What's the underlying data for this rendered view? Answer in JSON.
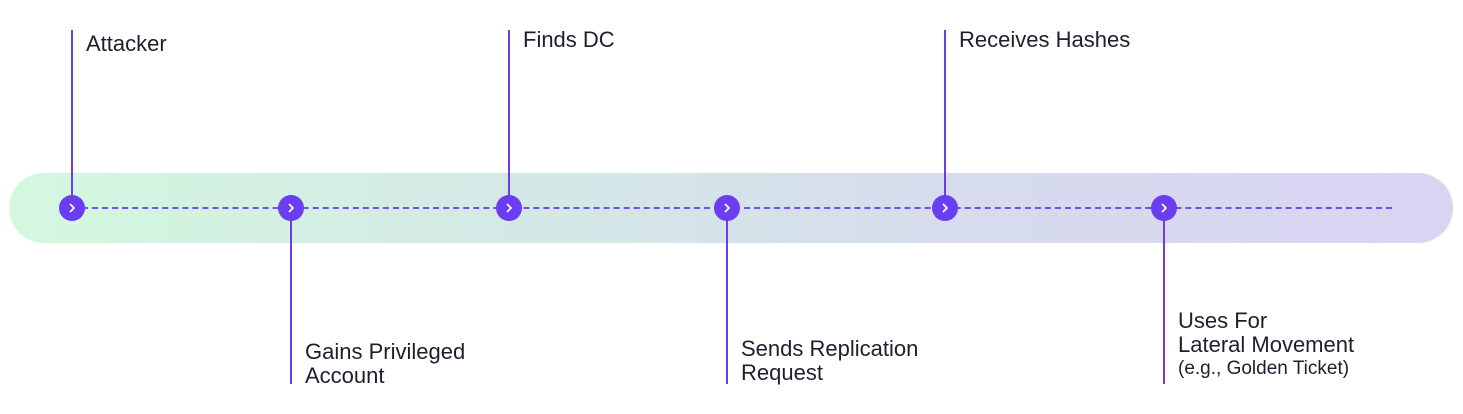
{
  "colors": {
    "accent": "#6a3df0",
    "track_start": "#d3f8df",
    "track_end": "#d9d4f4",
    "text": "#1f1d2e"
  },
  "steps": [
    {
      "lines": [
        "Attacker"
      ],
      "sub": "",
      "position": "above",
      "icon": "chevron-right-icon"
    },
    {
      "lines": [
        "Gains Privileged",
        "Account"
      ],
      "sub": "",
      "position": "below",
      "icon": "chevron-right-icon"
    },
    {
      "lines": [
        "Finds DC"
      ],
      "sub": "",
      "position": "above",
      "icon": "chevron-right-icon"
    },
    {
      "lines": [
        "Sends Replication",
        "Request"
      ],
      "sub": "",
      "position": "below",
      "icon": "chevron-right-icon"
    },
    {
      "lines": [
        "Receives Hashes"
      ],
      "sub": "",
      "position": "above",
      "icon": "chevron-right-icon"
    },
    {
      "lines": [
        "Uses For",
        "Lateral Movement"
      ],
      "sub": "(e.g., Golden Ticket)",
      "position": "below",
      "icon": "chevron-right-icon"
    }
  ]
}
